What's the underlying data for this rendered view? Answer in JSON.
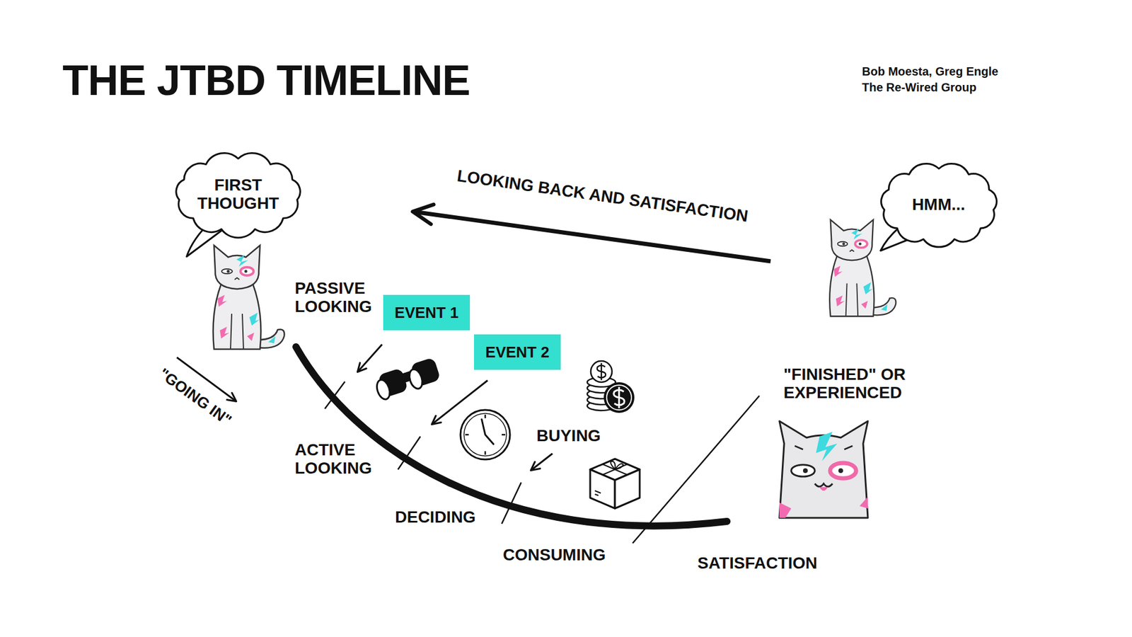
{
  "diagram": {
    "title": "THE JTBD TIMELINE",
    "nodes": [
      {
        "text": [
          "FIRST THOUGHT"
        ]
      },
      {
        "text": [
          "HMM..."
        ]
      },
      {
        "text": [
          "EVENT 1"
        ]
      },
      {
        "text": [
          "EVENT 2"
        ]
      }
    ],
    "labels": [
      "Bob Moesta, Greg Engle",
      "The Re-Wired Group",
      "LOOKING BACK AND SATISFACTION",
      "PASSIVE LOOKING",
      "\"GOING IN\"",
      "ACTIVE LOOKING",
      "BUYING",
      "DECIDING",
      "CONSUMING",
      "\"FINISHED\" OR EXPERIENCED",
      "SATISFACTION"
    ]
  }
}
